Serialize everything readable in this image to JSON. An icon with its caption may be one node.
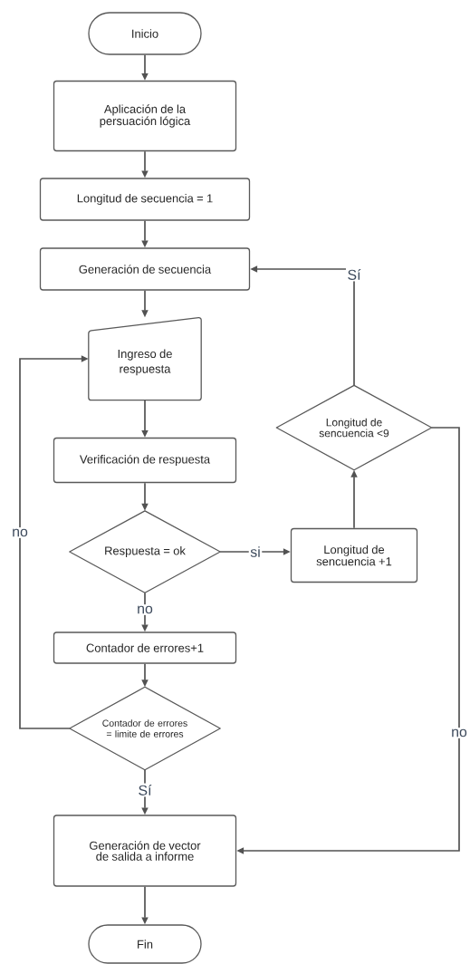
{
  "diagram": {
    "nodes": [
      {
        "text": [
          "Inicio"
        ]
      },
      {
        "text": [
          "Aplicación de la persuación lógica"
        ]
      },
      {
        "text": [
          "Longitud de secuencia = 1"
        ]
      },
      {
        "text": [
          "Generación de secuencia"
        ]
      },
      {
        "text": [
          "Ingreso de respuesta"
        ]
      },
      {
        "text": [
          "Verificación de respuesta"
        ]
      },
      {
        "text": [
          "Respuesta = ok"
        ]
      },
      {
        "text": [
          "Contador de errores+1"
        ]
      },
      {
        "text": [
          "Contador de errores = limite de errores"
        ]
      },
      {
        "text": [
          "Generación de vector de salida a informe"
        ]
      },
      {
        "text": [
          "Fin"
        ]
      },
      {
        "text": [
          "Longitud de sencuencia +1"
        ]
      },
      {
        "text": [
          "Longitud de sencuencia <9"
        ]
      }
    ],
    "edges": [
      {
        "from": 0,
        "to": 1,
        "arrow": "to"
      },
      {
        "from": 1,
        "to": 2,
        "arrow": "to"
      },
      {
        "from": 2,
        "to": 3,
        "arrow": "to"
      },
      {
        "from": 3,
        "to": 4,
        "arrow": "to"
      },
      {
        "from": 4,
        "to": 5,
        "arrow": "to"
      },
      {
        "from": 5,
        "to": 6,
        "arrow": "to"
      },
      {
        "from": 6,
        "to": 7,
        "arrow": "to",
        "label": "no"
      },
      {
        "from": 7,
        "to": 8,
        "arrow": "to"
      },
      {
        "from": 8,
        "to": 9,
        "arrow": "to",
        "label": "Sí"
      },
      {
        "from": 9,
        "to": 10,
        "arrow": "to"
      },
      {
        "from": 6,
        "to": 11,
        "arrow": "to",
        "label": "si"
      },
      {
        "from": 11,
        "to": 12,
        "arrow": "to"
      },
      {
        "from": 12,
        "to": 3,
        "arrow": "to",
        "label": "Sí"
      },
      {
        "from": 12,
        "to": 9,
        "arrow": "to",
        "label": "no"
      },
      {
        "from": 8,
        "to": 4,
        "arrow": "to",
        "label": "no"
      }
    ]
  }
}
